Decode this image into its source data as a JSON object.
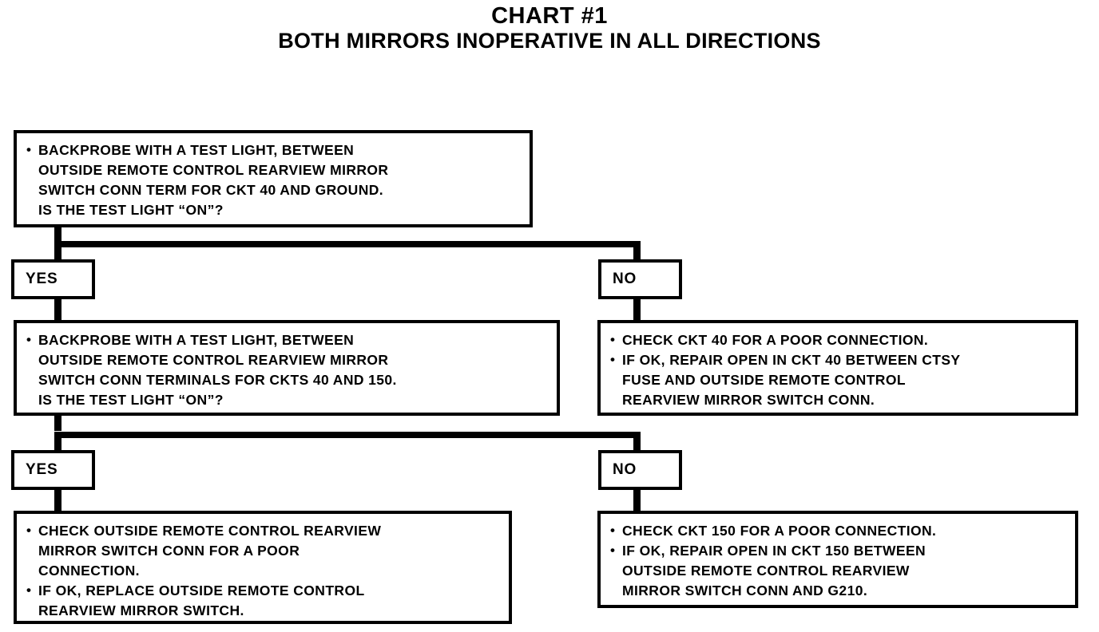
{
  "title": {
    "main": "CHART #1",
    "sub": "BOTH MIRRORS INOPERATIVE IN ALL DIRECTIONS"
  },
  "nodes": {
    "q1": {
      "id": "q1",
      "type": "statement",
      "bullets": [
        "BACKPROBE WITH A TEST LIGHT, BETWEEN\nOUTSIDE REMOTE CONTROL REARVIEW MIRROR\nSWITCH CONN TERM FOR CKT 40 AND GROUND.\nIS THE TEST LIGHT “ON”?"
      ]
    },
    "yes1": {
      "id": "yes1",
      "type": "decision",
      "label": "YES"
    },
    "no1": {
      "id": "no1",
      "type": "decision",
      "label": "NO"
    },
    "q2": {
      "id": "q2",
      "type": "statement",
      "bullets": [
        "BACKPROBE WITH A TEST LIGHT, BETWEEN\nOUTSIDE REMOTE CONTROL REARVIEW MIRROR\nSWITCH CONN TERMINALS FOR CKTS 40 AND 150.\nIS THE TEST LIGHT “ON”?"
      ]
    },
    "a1": {
      "id": "a1",
      "type": "statement",
      "bullets": [
        "CHECK CKT 40 FOR A POOR CONNECTION.",
        "IF OK, REPAIR OPEN IN CKT 40 BETWEEN CTSY\nFUSE AND OUTSIDE REMOTE CONTROL\nREARVIEW MIRROR SWITCH CONN."
      ]
    },
    "yes2": {
      "id": "yes2",
      "type": "decision",
      "label": "YES"
    },
    "no2": {
      "id": "no2",
      "type": "decision",
      "label": "NO"
    },
    "a2": {
      "id": "a2",
      "type": "statement",
      "bullets": [
        "CHECK OUTSIDE REMOTE CONTROL REARVIEW\nMIRROR SWITCH CONN FOR A POOR\nCONNECTION.",
        "IF OK, REPLACE OUTSIDE REMOTE CONTROL\nREARVIEW MIRROR SWITCH."
      ]
    },
    "a3": {
      "id": "a3",
      "type": "statement",
      "bullets": [
        "CHECK CKT 150 FOR A POOR CONNECTION.",
        "IF OK, REPAIR OPEN IN CKT 150 BETWEEN\nOUTSIDE REMOTE CONTROL REARVIEW\nMIRROR SWITCH CONN AND G210."
      ]
    }
  },
  "colors": {
    "ink": "#000000",
    "paper": "#ffffff"
  }
}
